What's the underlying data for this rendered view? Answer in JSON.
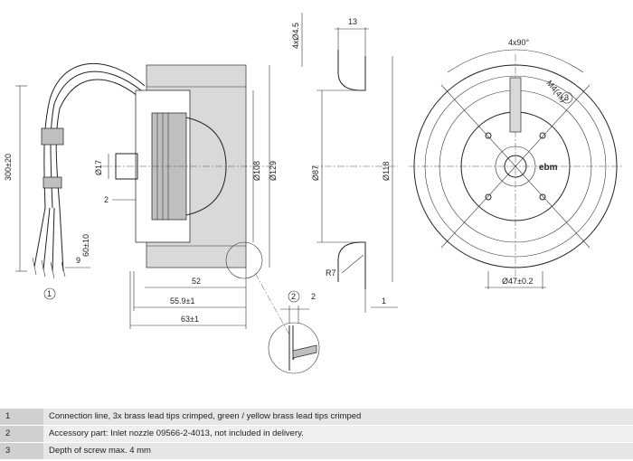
{
  "drawing": {
    "callouts": {
      "cable": "1",
      "nozzle": "2",
      "screw": "3"
    },
    "cable": {
      "length": "300±20",
      "len_a": "9",
      "len_b": "60±10"
    },
    "side": {
      "d17": "Ø17",
      "dim2": "2",
      "d52": "52",
      "d559": "55.9±1",
      "d63": "63±1",
      "d108": "Ø108",
      "d129": "Ø129"
    },
    "section": {
      "d13": "13",
      "holes": "4xØ4.5",
      "d87": "Ø87",
      "d118": "Ø118",
      "r7": "R7",
      "dim1": "1"
    },
    "detail": {
      "dim2": "2"
    },
    "front": {
      "angle": "4x90°",
      "thread": "M4(4x)",
      "pcd": "Ø47±0.2",
      "logo": "ebm"
    }
  },
  "notes": [
    {
      "num": "1",
      "text": "Connection line, 3x brass lead tips crimped, green / yellow brass lead tips crimped"
    },
    {
      "num": "2",
      "text": "Accessory part: Inlet nozzle 09566-2-4013, not included in delivery."
    },
    {
      "num": "3",
      "text": "Depth of screw max. 4 mm"
    }
  ]
}
